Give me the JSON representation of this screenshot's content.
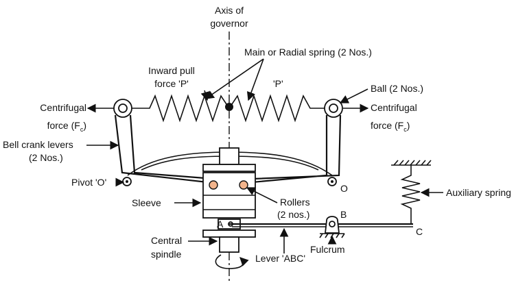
{
  "labels": {
    "axis_line1": "Axis of",
    "axis_line2": "governor",
    "main_spring": "Main or Radial spring (2 Nos.)",
    "inward_line1": "Inward pull",
    "inward_line2": "force 'P'",
    "p_right": "'P'",
    "ball": "Ball (2 Nos.)",
    "centrifugal_left_1": "Centrifugal",
    "centrifugal_left_2": "force (F",
    "centrifugal_left_sub": "c",
    "centrifugal_left_end": ")",
    "centrifugal_right_1": "Centrifugal",
    "centrifugal_right_2": "force (F",
    "centrifugal_right_sub": "c",
    "centrifugal_right_end": ")",
    "bell_crank_1": "Bell crank levers",
    "bell_crank_2": "(2 Nos.)",
    "pivot_left": "Pivot 'O'",
    "pivot_right": "O",
    "sleeve": "Sleeve",
    "rollers_1": "Rollers",
    "rollers_2": "(2 nos.)",
    "auxiliary_spring": "Auxiliary spring",
    "point_a": "A",
    "point_b": "B",
    "point_c": "C",
    "fulcrum": "Fulcrum",
    "central_1": "Central",
    "central_2": "spindle",
    "lever_abc": "Lever 'ABC'"
  },
  "colors": {
    "ink": "#111111",
    "roller": "#f2b48c",
    "background": "#ffffff"
  }
}
